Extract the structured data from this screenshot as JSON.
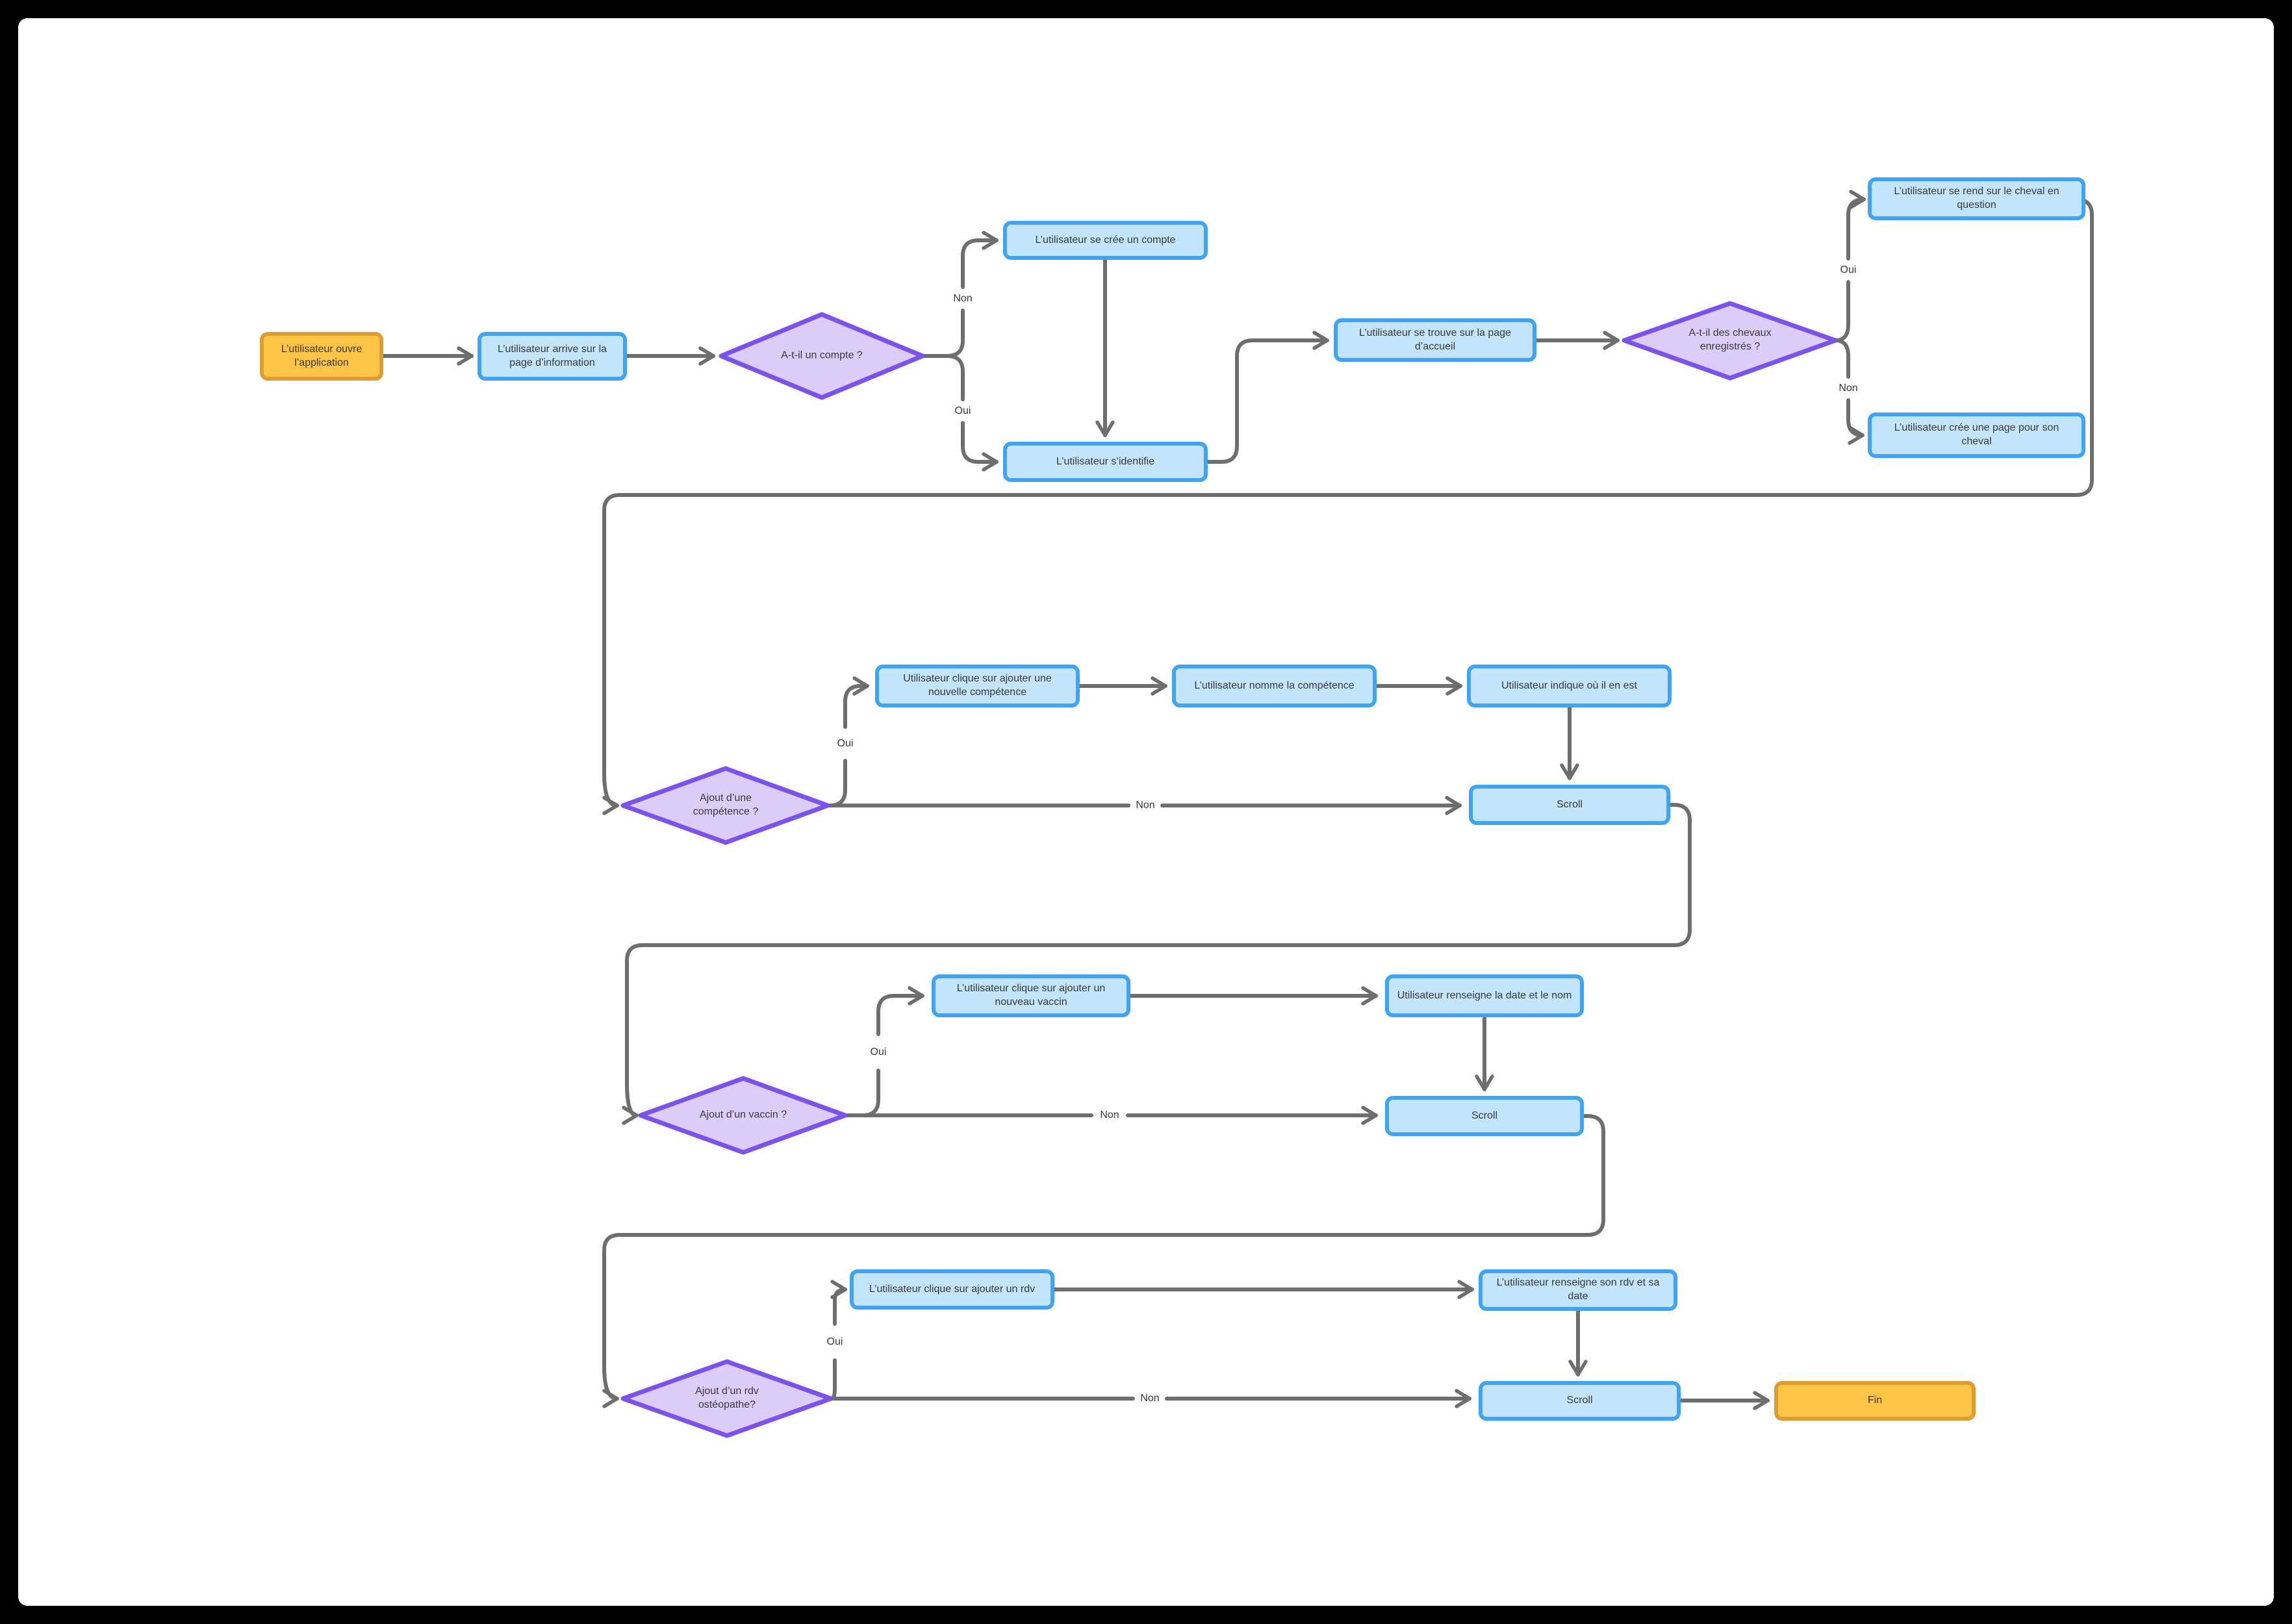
{
  "diagram": {
    "nodes": [
      {
        "id": "start",
        "type": "start",
        "label": "L’utilisateur ouvre l’application"
      },
      {
        "id": "page-information",
        "type": "process",
        "label": "L’utilisateur arrive sur la page d’information"
      },
      {
        "id": "decision-compte",
        "type": "decision",
        "label": "A-t-il un compte ?"
      },
      {
        "id": "cree-compte",
        "type": "process",
        "label": "L’utilisateur se crée un compte"
      },
      {
        "id": "identifie",
        "type": "process",
        "label": "L’utilisateur s’identifie"
      },
      {
        "id": "page-accueil",
        "type": "process",
        "label": "L’utilisateur se trouve sur la page d’accueil"
      },
      {
        "id": "decision-chevaux",
        "type": "decision",
        "label": "A-t-il des chevaux enregistrés ?"
      },
      {
        "id": "rend-cheval",
        "type": "process",
        "label": "L’utilisateur se rend sur le cheval en question"
      },
      {
        "id": "cree-page-cheval",
        "type": "process",
        "label": "L’utilisateur crée une page pour son cheval"
      },
      {
        "id": "decision-competence",
        "type": "decision",
        "label": "Ajout d’une compétence ?"
      },
      {
        "id": "clique-competence",
        "type": "process",
        "label": "Utilisateur clique sur ajouter une nouvelle compétence"
      },
      {
        "id": "nomme-competence",
        "type": "process",
        "label": "L’utilisateur nomme la compétence"
      },
      {
        "id": "indique-ou",
        "type": "process",
        "label": "Utilisateur indique où il en est"
      },
      {
        "id": "scroll-1",
        "type": "process",
        "label": "Scroll"
      },
      {
        "id": "decision-vaccin",
        "type": "decision",
        "label": "Ajout d’un vaccin ?"
      },
      {
        "id": "clique-vaccin",
        "type": "process",
        "label": "L’utilisateur clique sur ajouter un nouveau vaccin"
      },
      {
        "id": "renseigne-vaccin",
        "type": "process",
        "label": "Utilisateur renseigne la date et le nom"
      },
      {
        "id": "scroll-2",
        "type": "process",
        "label": "Scroll"
      },
      {
        "id": "decision-rdv",
        "type": "decision",
        "label": "Ajout d’un rdv ostéopathe?"
      },
      {
        "id": "clique-rdv",
        "type": "process",
        "label": "L’utilisateur clique sur ajouter un rdv"
      },
      {
        "id": "renseigne-rdv",
        "type": "process",
        "label": "L’utilisateur renseigne son rdv et sa date"
      },
      {
        "id": "scroll-3",
        "type": "process",
        "label": "Scroll"
      },
      {
        "id": "fin",
        "type": "end",
        "label": "Fin"
      }
    ],
    "edge_labels": {
      "oui": "Oui",
      "non": "Non"
    }
  },
  "colors": {
    "process_fill": "#c3e5fc",
    "process_border": "#41a4f2",
    "terminal_fill": "#ffc445",
    "terminal_border": "#de9d33",
    "decision_fill": "#dccdf8",
    "decision_border": "#7b52ec",
    "connector": "#6e6e6e",
    "text": "#383838",
    "page_background": "#ffffff",
    "frame": "#000000"
  }
}
